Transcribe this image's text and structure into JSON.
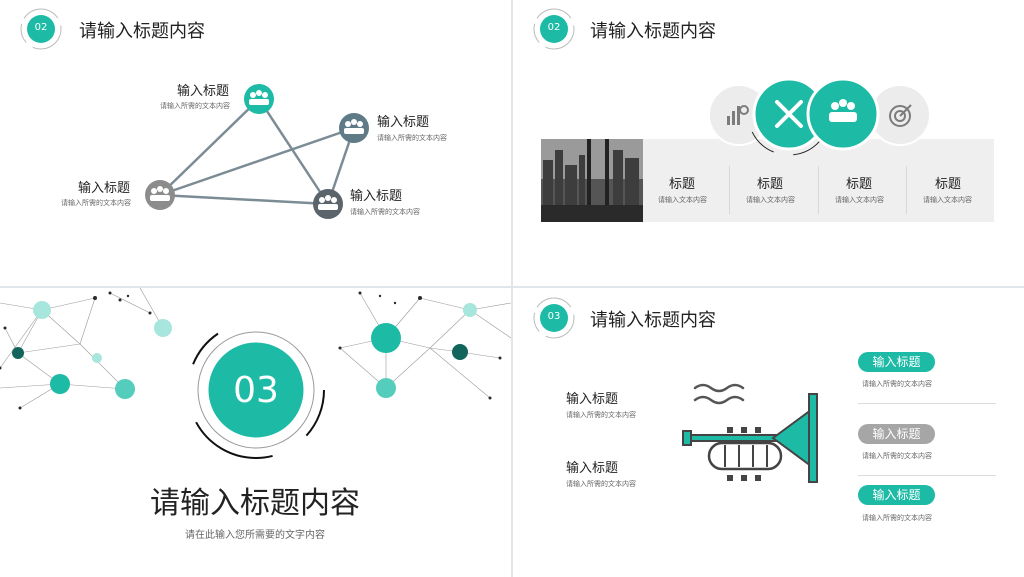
{
  "colors": {
    "teal": "#1dbba6",
    "dark_teal": "#12655c",
    "slate": "#5e7b87",
    "gray": "#8c8c8c",
    "dark_gray": "#5a646a",
    "light_gray": "#efefef",
    "pill_gray": "#a6a6a6"
  },
  "slide1": {
    "badge": "02",
    "title": "请输入标题内容",
    "nodes": [
      {
        "icon": "team-icon",
        "title": "输入标题",
        "desc": "请输入所需的文本内容"
      },
      {
        "icon": "team-icon",
        "title": "输入标题",
        "desc": "请输入所需的文本内容"
      },
      {
        "icon": "team-icon",
        "title": "输入标题",
        "desc": "请输入所需的文本内容"
      },
      {
        "icon": "team-icon",
        "title": "输入标题",
        "desc": "请输入所需的文本内容"
      }
    ]
  },
  "slide2": {
    "badge": "02",
    "title": "请输入标题内容",
    "circle_icons": [
      "chart-gear-icon",
      "tools-icon",
      "team-icon",
      "target-icon"
    ],
    "columns": [
      {
        "title": "标题",
        "desc": "请输入文本内容"
      },
      {
        "title": "标题",
        "desc": "请输入文本内容"
      },
      {
        "title": "标题",
        "desc": "请输入文本内容"
      },
      {
        "title": "标题",
        "desc": "请输入文本内容"
      }
    ]
  },
  "slide3": {
    "number": "03",
    "title": "请输入标题内容",
    "subtitle": "请在此输入您所需要的文字内容"
  },
  "slide4": {
    "badge": "03",
    "title": "请输入标题内容",
    "left_items": [
      {
        "title": "输入标题",
        "desc": "请输入所需的文本内容"
      },
      {
        "title": "输入标题",
        "desc": "请输入所需的文本内容"
      }
    ],
    "center_icon": "trumpet-icon",
    "right_items": [
      {
        "title": "输入标题",
        "desc": "请输入所需的文本内容",
        "color": "teal"
      },
      {
        "title": "输入标题",
        "desc": "请输入所需的文本内容",
        "color": "gray"
      },
      {
        "title": "输入标题",
        "desc": "请输入所需的文本内容",
        "color": "teal"
      }
    ]
  }
}
